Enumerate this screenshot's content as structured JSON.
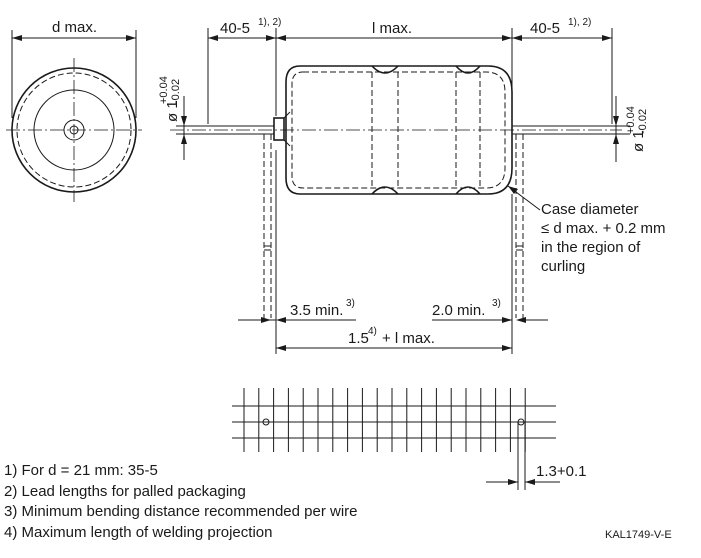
{
  "dimensions": {
    "d_max": "d max.",
    "l_max": "l max.",
    "lead_left": "40-5",
    "lead_left_ref": "1), 2)",
    "lead_right": "40-5",
    "lead_right_ref": "1), 2)",
    "bend_left": "3.5 min.",
    "bend_left_ref": "3)",
    "bend_right": "2.0 min.",
    "bend_right_ref": "3)",
    "total_a": "1.5",
    "total_ref": "4)",
    "total_b": "+ l max.",
    "wire_dia": "ø 1",
    "wire_tol_plus": "+0.04",
    "wire_tol_minus": "-0.02",
    "pitch": "1.3+0.1"
  },
  "case_note": [
    "Case diameter",
    "≤ d max. + 0.2 mm",
    "in the region of",
    "curling"
  ],
  "notes": [
    "1) For d = 21 mm: 35-5",
    "2) Lead lengths for palled packaging",
    "3) Minimum bending distance recommended per wire",
    "4) Maximum length of welding projection"
  ],
  "drawing_code": "KAL1749-V-E"
}
